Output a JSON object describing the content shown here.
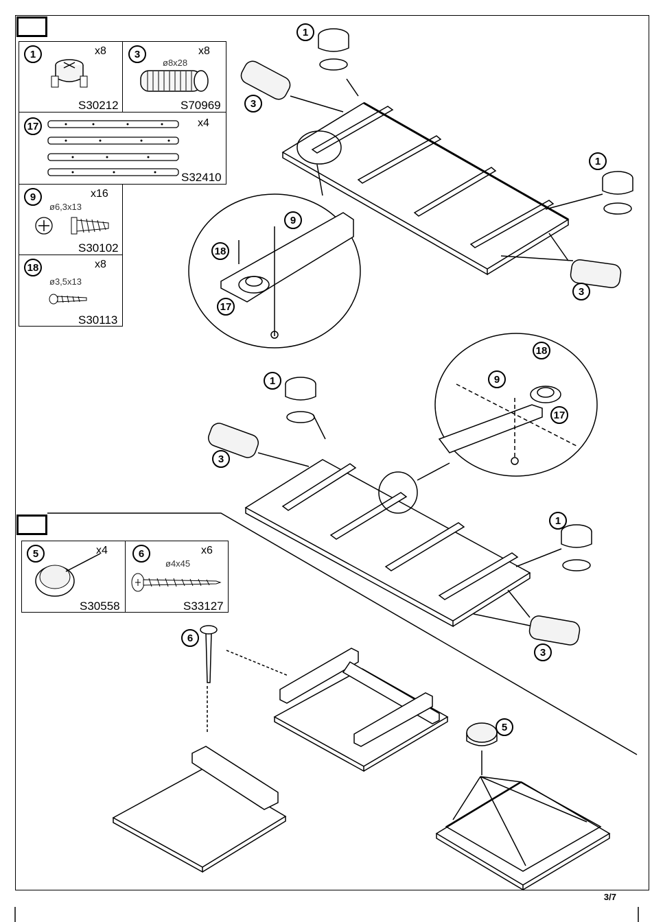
{
  "page": {
    "number": "3/7"
  },
  "parts_step1": [
    {
      "id": "1",
      "qty": "x8",
      "code": "S30212"
    },
    {
      "id": "3",
      "qty": "x8",
      "size": "ø8x28",
      "code": "S70969"
    },
    {
      "id": "17",
      "qty": "x4",
      "code": "S32410"
    },
    {
      "id": "9",
      "qty": "x16",
      "size": "ø6,3x13",
      "code": "S30102"
    },
    {
      "id": "18",
      "qty": "x8",
      "size": "ø3,5x13",
      "code": "S30113"
    }
  ],
  "parts_step2": [
    {
      "id": "5",
      "qty": "x4",
      "code": "S30558"
    },
    {
      "id": "6",
      "qty": "x6",
      "size": "ø4x45",
      "code": "S33127"
    }
  ],
  "callouts": {
    "c1a": "1",
    "c3a": "3",
    "c1b": "1",
    "c3b": "3",
    "c9a": "9",
    "c18a": "18",
    "c17a": "17",
    "c1c": "1",
    "c3c": "3",
    "c18b": "18",
    "c9b": "9",
    "c17b": "17",
    "c1d": "1",
    "c3d": "3",
    "c6": "6",
    "c5": "5"
  }
}
